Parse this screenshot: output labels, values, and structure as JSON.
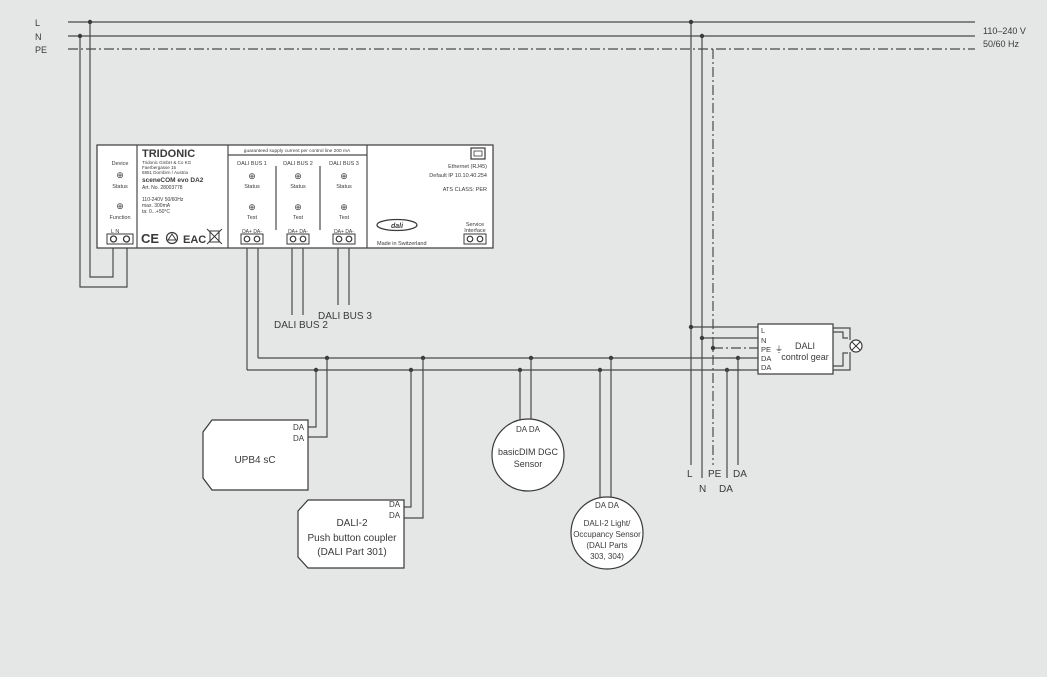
{
  "mains": {
    "labels": [
      "L",
      "N",
      "PE"
    ],
    "voltage": "110–240 V",
    "frequency": "50/60 Hz"
  },
  "device": {
    "brand": "TRIDONIC",
    "address": [
      "Tridonic GmbH & Co KG",
      "Faerbergasse 15",
      "6851 Dornbirn / Austria"
    ],
    "model": "sceneCOM evo DA2",
    "article": "Art. No. 28003778",
    "specs": [
      "110-240V 50/60Hz",
      "max. 300mA",
      "ta: 0...+50°C"
    ],
    "device_label": "Device",
    "status_label": "Status",
    "function_label": "Function",
    "terminal_label": "L   N",
    "supply_note": "guaranteed supply current per control line 200 mA",
    "bus_labels": [
      "DALI BUS 1",
      "DALI BUS 2",
      "DALI BUS 3"
    ],
    "test_label": "Test",
    "da_label": "DA+ DA-",
    "ethernet": "Ethernet (RJ45)",
    "ip": "Default IP 10.10.40.254",
    "ats": "ATS CLASS: PER",
    "service": [
      "Service",
      "Interface"
    ],
    "made_in": "Made in Switzerland",
    "dali_logo": "dali",
    "certs": "CE",
    "eac": "EAC"
  },
  "bus_names": [
    "DALI BUS 2",
    "DALI BUS 3"
  ],
  "control_gear": {
    "name": [
      "DALI",
      "control gear"
    ],
    "terminals": [
      "L",
      "N",
      "PE",
      "DA",
      "DA"
    ],
    "bottom_labels": [
      "L",
      "PE",
      "DA",
      "N",
      "DA"
    ]
  },
  "components": {
    "upb4": {
      "name": "UPB4 sC",
      "terminals": [
        "DA",
        "DA"
      ]
    },
    "dali2_coupler": {
      "name": [
        "DALI-2",
        "Push button coupler",
        "(DALI Part 301)"
      ],
      "terminals": [
        "DA",
        "DA"
      ]
    },
    "basicdim": {
      "name": [
        "basicDIM DGC",
        "Sensor"
      ],
      "terminals": "DA DA"
    },
    "light_sensor": {
      "name": [
        "DALI-2 Light/",
        "Occupancy Sensor",
        "(DALI Parts",
        "303, 304)"
      ],
      "terminals": "DA DA"
    }
  }
}
